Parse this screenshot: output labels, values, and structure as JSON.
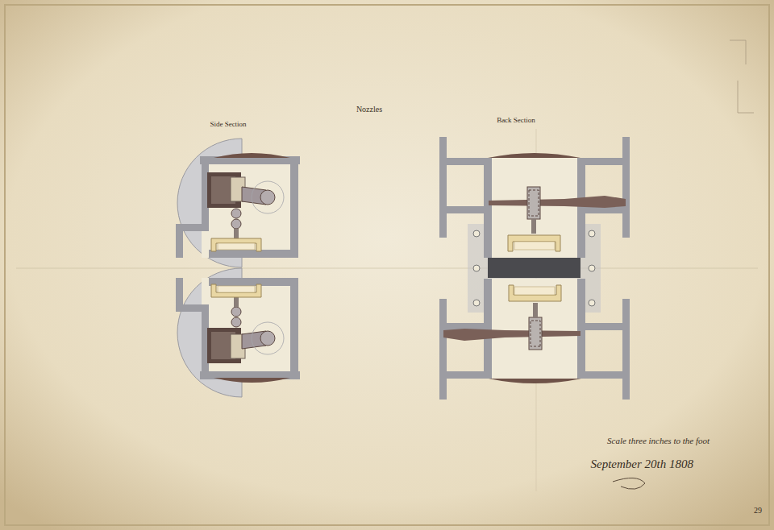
{
  "diagram": {
    "title": "Nozzles",
    "labels": [
      "Side Section",
      "Back Section",
      "Scale three inches to the foot",
      "September 20th 1808",
      "29"
    ]
  }
}
